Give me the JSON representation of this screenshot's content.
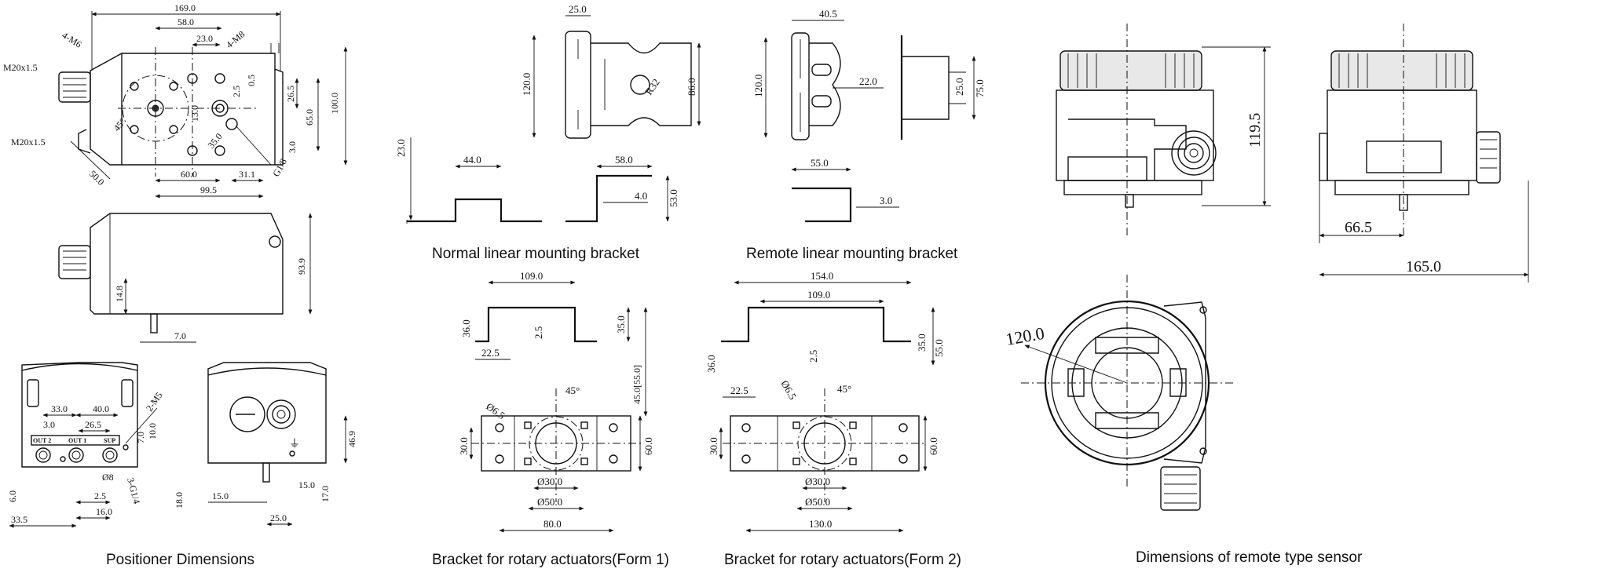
{
  "captions": {
    "positioner": "Positioner Dimensions",
    "normal_linear": "Normal linear mounting bracket",
    "remote_linear": "Remote linear mounting bracket",
    "rotary_form1": "Bracket for rotary actuators(Form 1)",
    "rotary_form2": "Bracket for rotary actuators(Form 2)",
    "remote_sensor": "Dimensions of remote type sensor"
  },
  "positioner_top": {
    "d169": "169.0",
    "d58": "58.0",
    "d23": "23.0",
    "m6": "4-M6",
    "m8": "4-M8",
    "m20a": "M20x1.5",
    "m20b": "M20x1.5",
    "d100": "100.0",
    "d65": "65.0",
    "d26_5": "26.5",
    "d0_5": "0.5",
    "d2_5": "2.5",
    "d13": "13.0",
    "d45": "45°",
    "d35": "35.0",
    "d3": "3.0",
    "d50": "50.0",
    "d60": "60.0",
    "d31_1": "31.1",
    "d99_5": "99.5",
    "g18": "G1/8"
  },
  "positioner_side": {
    "d93_9": "93.9",
    "d14_8": "14.8",
    "d7": "7.0"
  },
  "positioner_front": {
    "d33": "33.0",
    "d40": "40.0",
    "d3": "3.0",
    "d26_5": "26.5",
    "out2": "OUT 2",
    "out1": "OUT 1",
    "sup": "SUP",
    "m5": "2-M5",
    "g14": "3-G1/4",
    "d10": "10.0",
    "d7": "7.0",
    "d6": "6.0",
    "phi8": "Ø8",
    "d2_5": "2.5",
    "d16": "16.0",
    "d18": "18.0",
    "d33_5": "33.5"
  },
  "positioner_back": {
    "d46_9": "46.9",
    "d15a": "15.0",
    "d15b": "15.0",
    "d25": "25.0",
    "d17": "17.0"
  },
  "normal_linear": {
    "d25": "25.0",
    "d120": "120.0",
    "r32": "R32",
    "d86": "86.0",
    "d23": "23.0",
    "d44": "44.0",
    "d58": "58.0",
    "d4": "4.0",
    "d53": "53.0"
  },
  "remote_linear": {
    "d40_5": "40.5",
    "d120": "120.0",
    "d22": "22.0",
    "d25": "25.0",
    "d75": "75.0",
    "d55": "55.0",
    "d3": "3.0"
  },
  "rotary1": {
    "d109": "109.0",
    "d36": "36.0",
    "d2_5": "2.5",
    "d35": "35.0",
    "d22_5": "22.5",
    "d45_55": "45.0[55.0]",
    "phi6_5": "Ø6.5",
    "a45": "45°",
    "d30": "30.0",
    "d60": "60.0",
    "phi30": "Ø30.0",
    "phi50": "Ø50.0",
    "d80": "80.0"
  },
  "rotary2": {
    "d154": "154.0",
    "d109": "109.0",
    "d36": "36.0",
    "d2_5": "2.5",
    "d35": "35.0",
    "d55": "55.0",
    "d22_5": "22.5",
    "phi6_5": "Ø6.5",
    "a45": "45°",
    "d30": "30.0",
    "d60": "60.0",
    "phi30": "Ø30.0",
    "phi50": "Ø50.0",
    "d130": "130.0"
  },
  "remote_sensor": {
    "d119_5": "119.5",
    "d66_5": "66.5",
    "d165": "165.0",
    "d120": "120.0"
  }
}
